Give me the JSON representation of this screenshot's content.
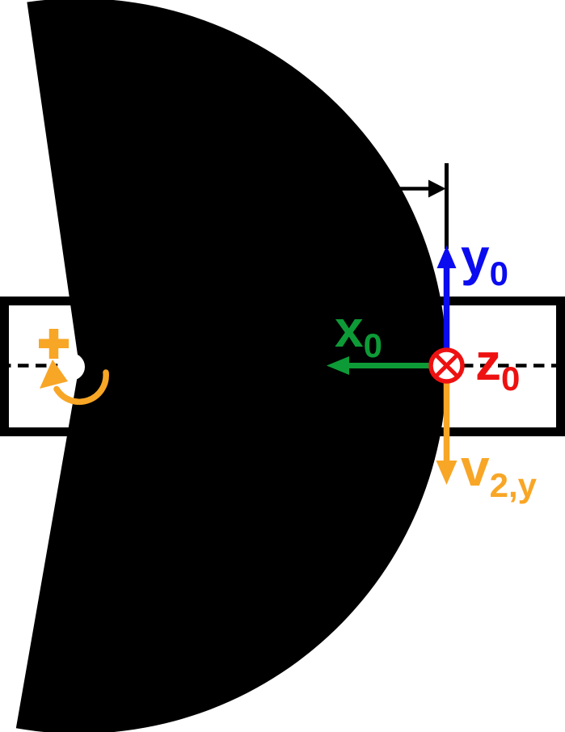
{
  "diagram": {
    "frame_labels": {
      "x_axis": {
        "base": "x",
        "sub": "0"
      },
      "y_axis": {
        "base": "y",
        "sub": "0"
      },
      "z_axis": {
        "base": "z",
        "sub": "0"
      },
      "velocity": {
        "base": "v",
        "sub": "2,y"
      },
      "rotation_sign": "+"
    },
    "colors": {
      "x_axis": "#0d9b37",
      "y_axis": "#0b0bf0",
      "z_axis": "#ee1111",
      "velocity": "#f8a626",
      "rotation": "#f8a626",
      "cam": "#000000",
      "outline": "#000000",
      "background": "#ffffff"
    }
  }
}
